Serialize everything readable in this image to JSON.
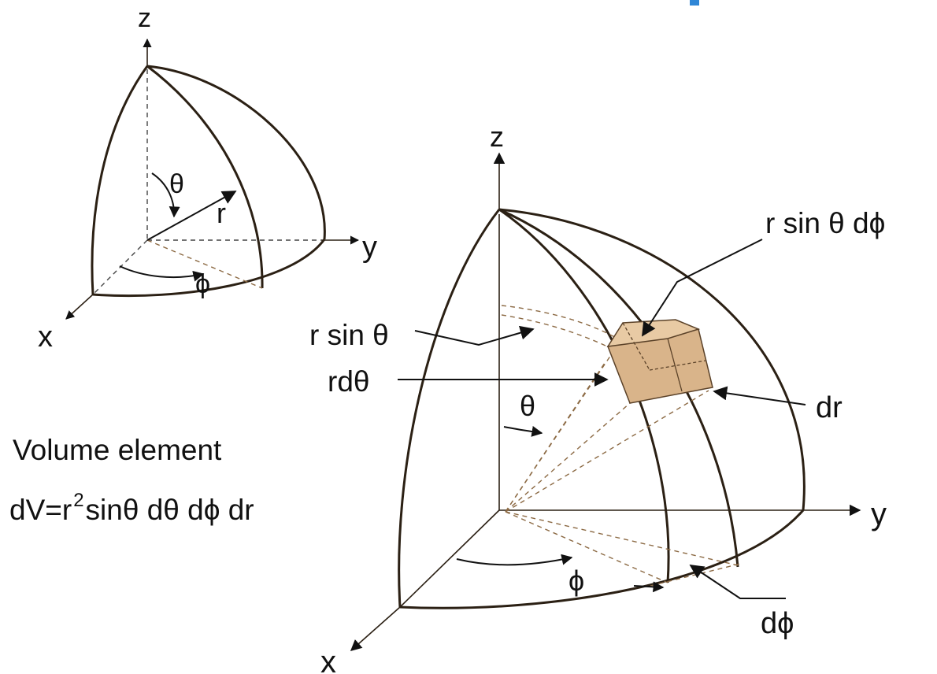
{
  "small_diagram": {
    "z_label": "z",
    "y_label": "y",
    "x_label": "x",
    "r_label": "r",
    "theta_label": "θ",
    "phi_label": "ϕ"
  },
  "large_diagram": {
    "z_label": "z",
    "y_label": "y",
    "x_label": "x",
    "theta_label": "θ",
    "phi_label": "ϕ",
    "dphi_label": "dϕ",
    "dr_label": "dr",
    "rdtheta_label": "rdθ",
    "rsintheta_label": "r sin θ",
    "rsinthetadphi_label": "r sin θ dϕ"
  },
  "caption": {
    "line1": "Volume element",
    "formula_prefix": "dV=r",
    "formula_exponent": "2",
    "formula_suffix": "sinθ dθ dϕ dr"
  },
  "colors": {
    "volume_element_fill": "#d9b48a",
    "volume_element_top": "#e8caa4",
    "corner_mark": "#2f86d6"
  }
}
